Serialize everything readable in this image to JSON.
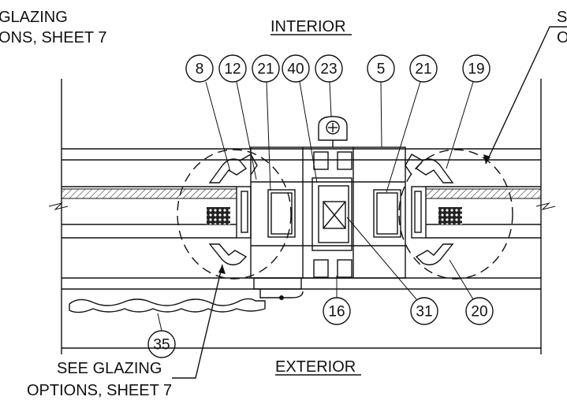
{
  "labels": {
    "top_left_line1": "GLAZING",
    "top_left_line2": "ONS, SHEET 7",
    "interior": "INTERIOR",
    "top_right_line1": "S",
    "top_right_line2": "O",
    "exterior": "EXTERIOR",
    "bottom_note_line1": "SEE GLAZING",
    "bottom_note_line2": "OPTIONS, SHEET 7"
  },
  "callouts": {
    "c8": "8",
    "c12": "12",
    "c21a": "21",
    "c40": "40",
    "c23": "23",
    "c5": "5",
    "c21b": "21",
    "c19": "19",
    "c16": "16",
    "c31": "31",
    "c20": "20",
    "c35": "35"
  },
  "colors": {
    "line": "#111111",
    "background": "#ffffff"
  }
}
